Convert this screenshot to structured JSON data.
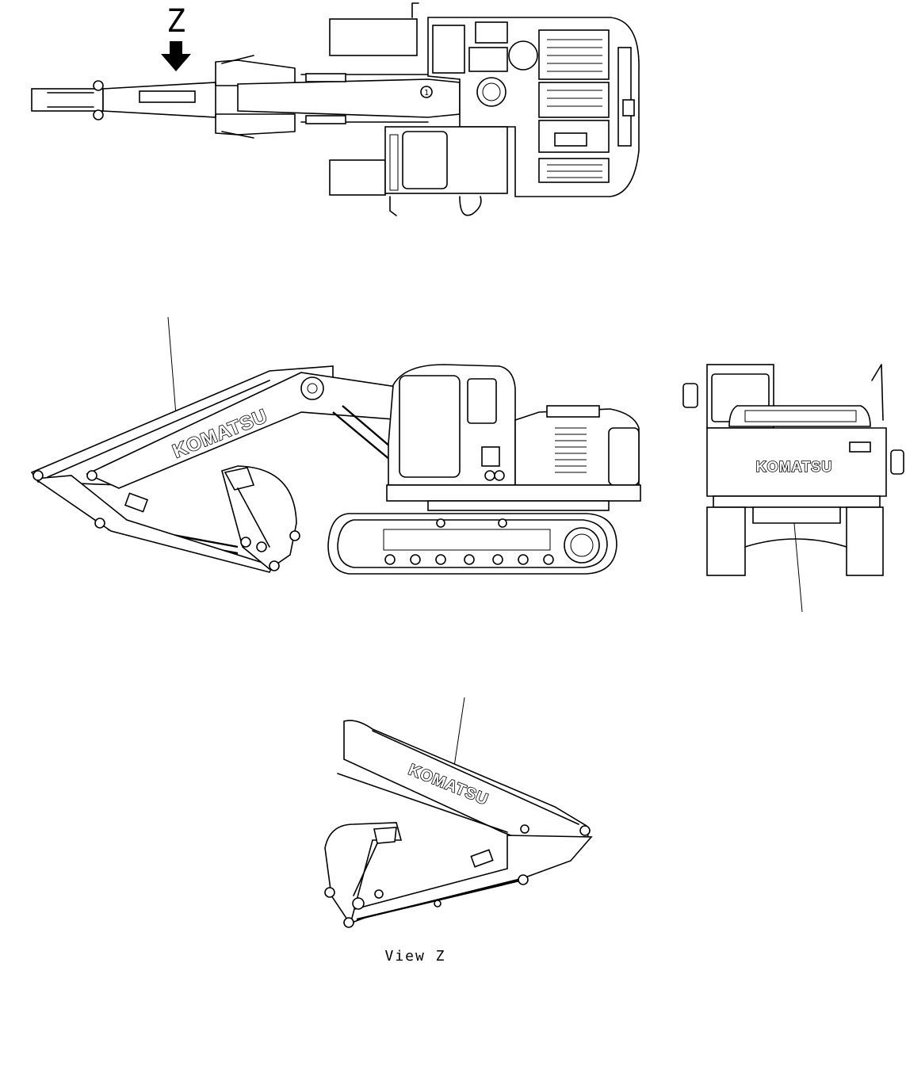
{
  "view_marker": {
    "letter": "Z"
  },
  "item_callout": {
    "number": "1"
  },
  "brand_logo": {
    "text": "KOMATSU"
  },
  "view_caption": {
    "text": "View Z"
  },
  "icons": {
    "arrow": "down-arrow-icon"
  }
}
